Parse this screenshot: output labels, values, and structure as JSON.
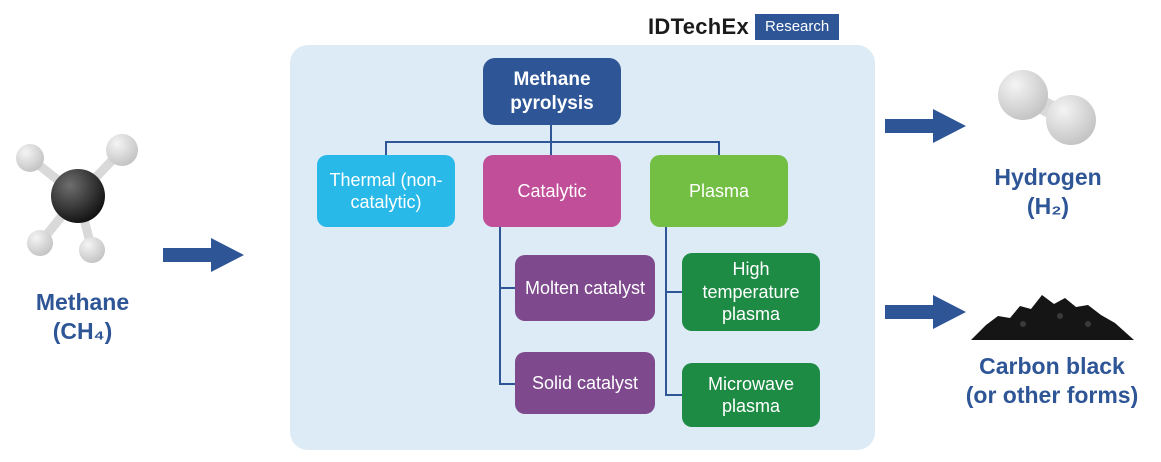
{
  "colors": {
    "accent": "#2e5596",
    "panel_bg": "#dcebf5"
  },
  "logo": {
    "brand": "IDTechEx",
    "badge": "Research"
  },
  "input": {
    "label_line1": "Methane",
    "label_line2": "(CH₄)",
    "icon": "methane-molecule"
  },
  "outputs": {
    "hydrogen": {
      "label_line1": "Hydrogen",
      "label_line2": "(H₂)",
      "icon": "hydrogen-molecule"
    },
    "carbon": {
      "label_line1": "Carbon black",
      "label_line2": "(or other forms)",
      "icon": "carbon-black-pile"
    }
  },
  "diagram": {
    "root": {
      "label": "Methane pyrolysis",
      "color": "#2e5596"
    },
    "branches": [
      {
        "label": "Thermal (non-catalytic)",
        "color": "#29b9e8"
      },
      {
        "label": "Catalytic",
        "color": "#c04e98"
      },
      {
        "label": "Plasma",
        "color": "#72bf44"
      }
    ],
    "catalytic_children": [
      {
        "label": "Molten catalyst",
        "color": "#7e4a8d"
      },
      {
        "label": "Solid catalyst",
        "color": "#7e4a8d"
      }
    ],
    "plasma_children": [
      {
        "label": "High temperature plasma",
        "color": "#1e8b44"
      },
      {
        "label": "Microwave plasma",
        "color": "#1e8b44"
      }
    ]
  }
}
